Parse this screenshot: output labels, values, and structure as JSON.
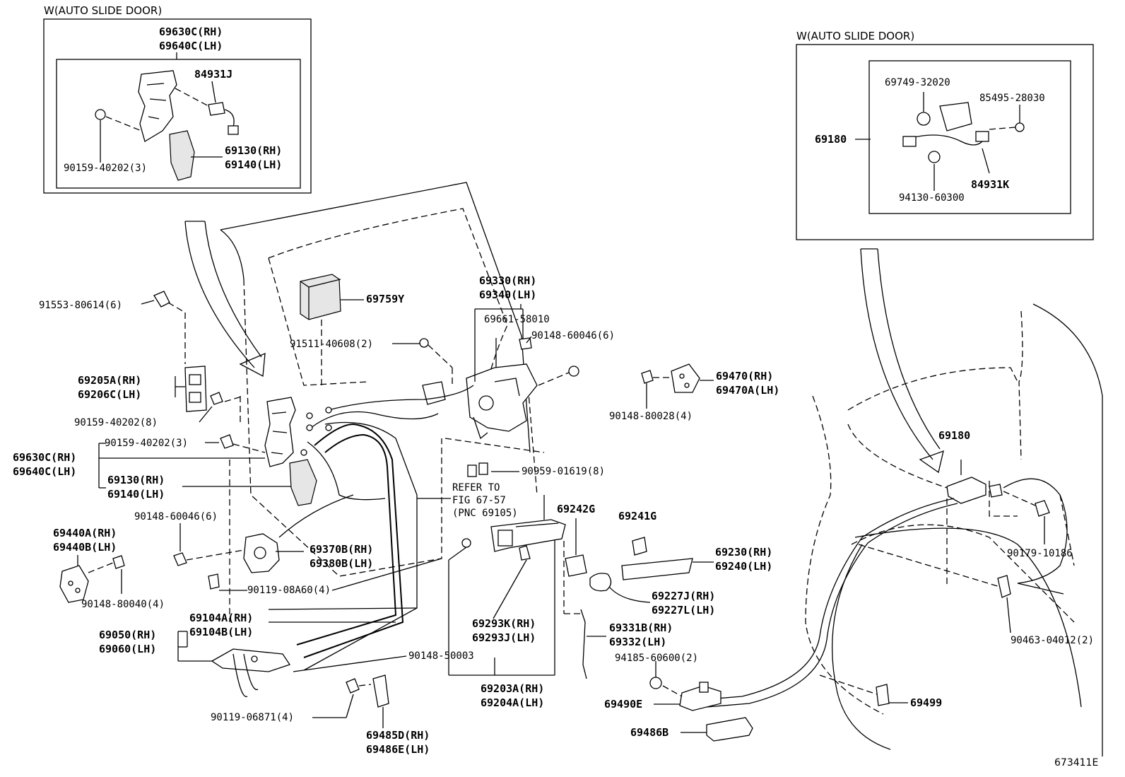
{
  "insets": {
    "left_title": "W(AUTO SLIDE DOOR)",
    "right_title": "W(AUTO SLIDE DOOR)"
  },
  "labels": {
    "l_69630C_RH": "69630C(RH)",
    "l_69640C_LH": "69640C(LH)",
    "l_84931J": "84931J",
    "l_69130_RH_inset": "69130(RH)",
    "l_69140_LH_inset": "69140(LH)",
    "l_90159_40202_3_inset": "90159-40202(3)",
    "r_69749": "69749-32020",
    "r_85495": "85495-28030",
    "r_69180_inset": "69180",
    "r_84931K": "84931K",
    "r_94130": "94130-60300",
    "p_69759Y": "69759Y",
    "p_69330_RH": "69330(RH)",
    "p_69340_LH": "69340(LH)",
    "p_69661": "69661-58010",
    "p_90148_60046_6_top": "90148-60046(6)",
    "p_91511": "91511-40608(2)",
    "p_91553": "91553-80614(6)",
    "p_69205A_RH": "69205A(RH)",
    "p_69206C_LH": "69206C(LH)",
    "p_90159_40202_8": "90159-40202(8)",
    "p_90159_40202_3": "90159-40202(3)",
    "p_69630C_RH": "69630C(RH)",
    "p_69640C_LH": "69640C(LH)",
    "p_69130_RH": "69130(RH)",
    "p_69140_LH": "69140(LH)",
    "p_90148_60046_6_mid": "90148-60046(6)",
    "p_69440A_RH": "69440A(RH)",
    "p_69440B_LH": "69440B(LH)",
    "p_90148_80040": "90148-80040(4)",
    "p_69370B_RH": "69370B(RH)",
    "p_69380B_LH": "69380B(LH)",
    "p_90119_08A60": "90119-08A60(4)",
    "p_69104A_RH": "69104A(RH)",
    "p_69104B_LH": "69104B(LH)",
    "p_69050_RH": "69050(RH)",
    "p_69060_LH": "69060(LH)",
    "p_90148_50003": "90148-50003",
    "p_90119_06871": "90119-06871(4)",
    "p_69485D_RH": "69485D(RH)",
    "p_69486E_LH": "69486E(LH)",
    "p_90959": "90959-01619(8)",
    "p_refer1": "REFER TO",
    "p_refer2": "FIG 67-57",
    "p_refer3": "(PNC 69105)",
    "p_69242G": "69242G",
    "p_69241G": "69241G",
    "p_69230_RH": "69230(RH)",
    "p_69240_LH": "69240(LH)",
    "p_69227J_RH": "69227J(RH)",
    "p_69227L_LH": "69227L(LH)",
    "p_69293K_RH": "69293K(RH)",
    "p_69293J_LH": "69293J(LH)",
    "p_69331B_RH": "69331B(RH)",
    "p_69332_LH": "69332(LH)",
    "p_69203A_RH": "69203A(RH)",
    "p_69204A_LH": "69204A(LH)",
    "p_69470_RH": "69470(RH)",
    "p_69470A_LH": "69470A(LH)",
    "p_90148_80028": "90148-80028(4)",
    "p_69180": "69180",
    "p_90179": "90179-10186",
    "p_90463": "90463-04012(2)",
    "p_94185": "94185-60600(2)",
    "p_69490E": "69490E",
    "p_69499": "69499",
    "p_69486B": "69486B"
  },
  "figure_id": "673411E"
}
